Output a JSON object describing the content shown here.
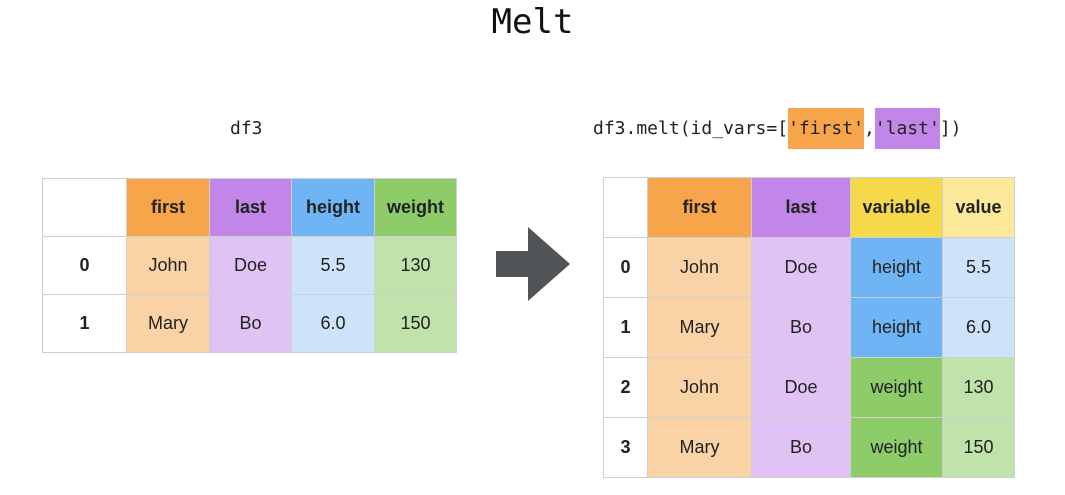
{
  "title": "Melt",
  "left": {
    "caption": "df3",
    "headers": [
      "first",
      "last",
      "height",
      "weight"
    ],
    "rows": [
      {
        "index": "0",
        "first": "John",
        "last": "Doe",
        "height": "5.5",
        "weight": "130"
      },
      {
        "index": "1",
        "first": "Mary",
        "last": "Bo",
        "height": "6.0",
        "weight": "150"
      }
    ]
  },
  "right": {
    "caption_prefix": "df3.melt(id_vars=[",
    "caption_arg1": "'first'",
    "caption_sep": ", ",
    "caption_arg2": "'last'",
    "caption_suffix": "])",
    "headers": [
      "first",
      "last",
      "variable",
      "value"
    ],
    "rows": [
      {
        "index": "0",
        "first": "John",
        "last": "Doe",
        "variable": "height",
        "value": "5.5"
      },
      {
        "index": "1",
        "first": "Mary",
        "last": "Bo",
        "variable": "height",
        "value": "6.0"
      },
      {
        "index": "2",
        "first": "John",
        "last": "Doe",
        "variable": "weight",
        "value": "130"
      },
      {
        "index": "3",
        "first": "Mary",
        "last": "Bo",
        "variable": "weight",
        "value": "150"
      }
    ]
  },
  "colors": {
    "first_header": "#f7a54a",
    "first_cell": "#f9d3a5",
    "last_header": "#c285e8",
    "last_cell": "#e0c2f4",
    "height_header": "#6fb5f5",
    "height_cell": "#cce3f9",
    "weight_header": "#8ecc6a",
    "weight_cell": "#bfe3aa",
    "variable_header": "#f5d94a",
    "value_header": "#fde99a",
    "arrow": "#525558"
  },
  "icons": {
    "arrow": "right-arrow-icon"
  }
}
